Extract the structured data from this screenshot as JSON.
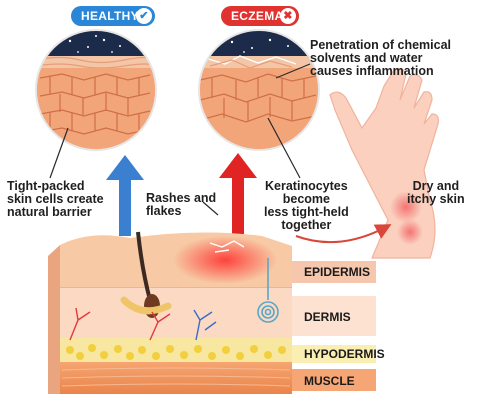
{
  "badges": {
    "healthy": {
      "text": "HEALTHY",
      "icon": "check-icon",
      "color": "#2a86d6"
    },
    "eczema": {
      "text": "ECZEMA",
      "icon": "x-icon",
      "color": "#e0322f"
    }
  },
  "annotations": {
    "penetration": "Penetration of chemical\nsolvents and water\ncauses inflammation",
    "tight_packed": "Tight-packed\nskin cells create\nnatural barrier",
    "rashes": "Rashes and\nflakes",
    "keratinocytes": "Keratinocytes\nbecome\nless tight-held\ntogether",
    "dry_itchy": "Dry and\nitchy skin"
  },
  "layers": {
    "epidermis": "EPIDERMIS",
    "dermis": "DERMIS",
    "hypodermis": "HYPODERMIS",
    "muscle": "MUSCLE"
  },
  "colors": {
    "healthy_arrow": "#3a7fd0",
    "eczema_arrow": "#e02424",
    "epidermis": "#f7c9a4",
    "dermis": "#fbd9c3",
    "hypodermis": "#f7e7a0",
    "muscle": "#f29a62",
    "hand": "#fbd0bf"
  }
}
